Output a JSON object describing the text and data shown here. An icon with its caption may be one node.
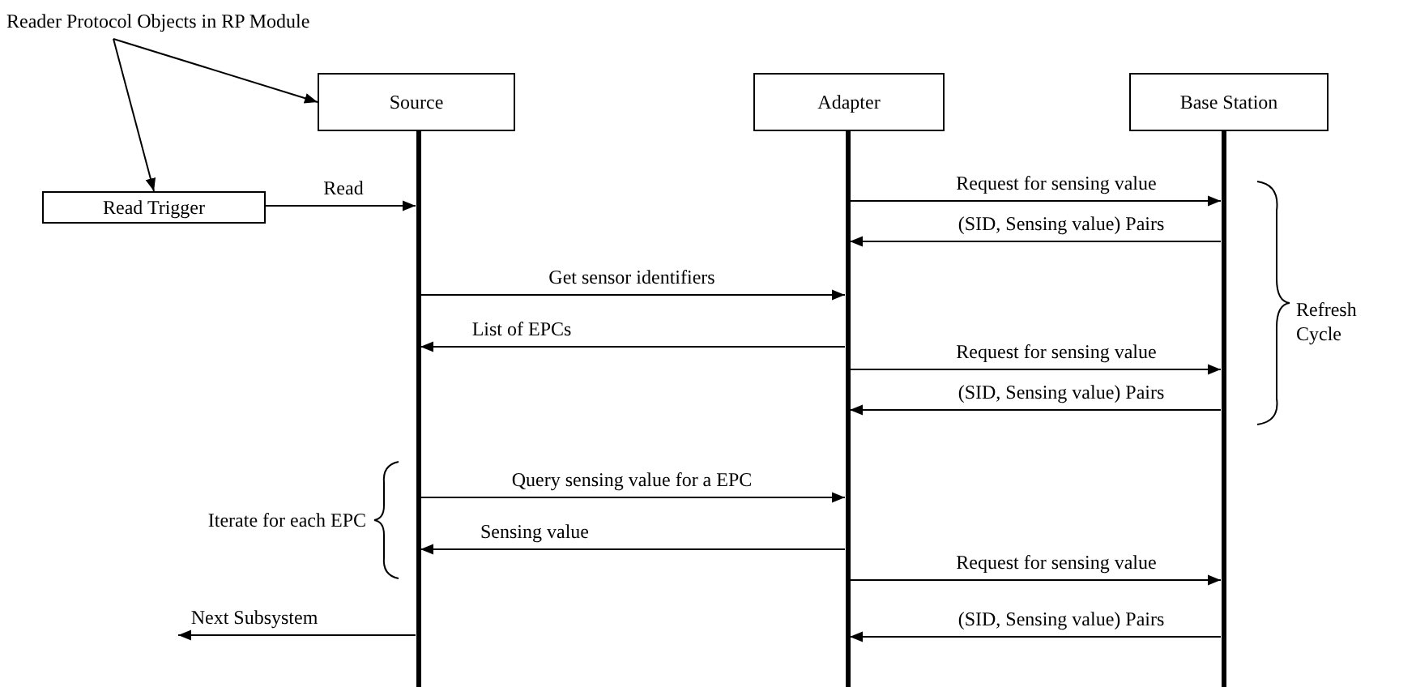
{
  "diagram": {
    "nodes": [
      {
        "text": [
          "Reader Protocol Objects in RP Module"
        ]
      },
      {
        "text": [
          "Source"
        ]
      },
      {
        "text": [
          "Adapter"
        ]
      },
      {
        "text": [
          "Base Station"
        ]
      },
      {
        "text": [
          "Read Trigger"
        ]
      },
      {
        "text": [],
        "shape": "bar"
      },
      {
        "text": [],
        "shape": "bar"
      },
      {
        "text": [],
        "shape": "bar"
      }
    ],
    "edges": [
      {
        "from": 0,
        "to": 1,
        "arrow": "to"
      },
      {
        "from": 0,
        "to": 4,
        "arrow": "to"
      },
      {
        "from": 4,
        "to": 5,
        "arrow": "to",
        "label": "Read"
      },
      {
        "from": 6,
        "to": 7,
        "arrow": "to",
        "label": "Request for sensing value"
      },
      {
        "from": 7,
        "to": 6,
        "arrow": "to",
        "label": "(SID, Sensing value) Pairs"
      },
      {
        "from": 5,
        "to": 6,
        "arrow": "to",
        "label": "Get sensor identifiers"
      },
      {
        "from": 6,
        "to": 5,
        "arrow": "to",
        "label": "List of EPCs"
      },
      {
        "from": 6,
        "to": 7,
        "arrow": "to",
        "label": "Request for sensing value"
      },
      {
        "from": 7,
        "to": 6,
        "arrow": "to",
        "label": "(SID, Sensing value) Pairs"
      },
      {
        "from": 5,
        "to": 6,
        "arrow": "to",
        "label": "Query sensing value for a EPC"
      },
      {
        "from": 6,
        "to": 5,
        "arrow": "to",
        "label": "Sensing value"
      },
      {
        "from": 6,
        "to": 7,
        "arrow": "to",
        "label": "Request for sensing value"
      },
      {
        "from": 7,
        "to": 6,
        "arrow": "to",
        "label": "(SID, Sensing value) Pairs"
      },
      {
        "from": 5,
        "to": null,
        "arrow": "to",
        "label": "Next Subsystem"
      }
    ],
    "labels": [
      "Refresh Cycle",
      "Iterate for each EPC"
    ]
  }
}
